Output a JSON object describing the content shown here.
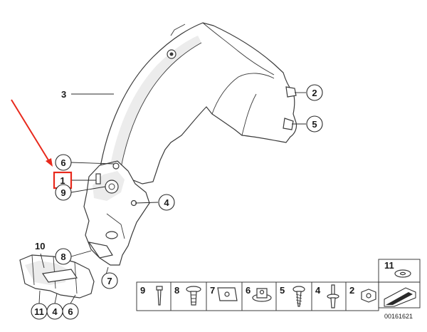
{
  "callouts": {
    "c1": "1",
    "c2": "2",
    "c3": "3",
    "c4": "4",
    "c5": "5",
    "c6": "6",
    "c7": "7",
    "c8": "8",
    "c9": "9",
    "c10": "10",
    "c11": "11"
  },
  "bottom_callouts": [
    "11",
    "4",
    "6"
  ],
  "legend": {
    "cells": [
      {
        "num": "9",
        "part": "push-rivet"
      },
      {
        "num": "8",
        "part": "expanding-rivet"
      },
      {
        "num": "7",
        "part": "spring-nut"
      },
      {
        "num": "6",
        "part": "collar-nut"
      },
      {
        "num": "5",
        "part": "screw"
      },
      {
        "num": "4",
        "part": "stud-screw"
      },
      {
        "num": "2",
        "part": "hex-nut"
      }
    ],
    "top_cell": {
      "num": "11",
      "part": "washer"
    }
  },
  "diagram_number": "00161621",
  "colors": {
    "highlight": "#e8291c",
    "line": "#2a2a2a",
    "shade": "#ececec"
  }
}
